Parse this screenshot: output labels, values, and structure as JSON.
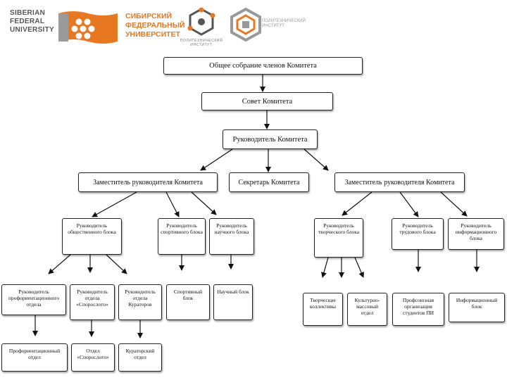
{
  "header": {
    "sfu_line1": "SIBERIAN",
    "sfu_line2": "FEDERAL",
    "sfu_line3": "UNIVERSITY",
    "ru_line1": "СИБИРСКИЙ",
    "ru_line2": "ФЕДЕРАЛЬНЫЙ",
    "ru_line3": "УНИВЕРСИТЕТ",
    "pi_line1": "ПОЛИТЕХНИЧЕСКИЙ",
    "pi_line2": "ИНСТИТУТ",
    "org_line1": "ПОЛИТЕХНИЧЕСКИЙ",
    "org_line2": "ИНСТИТУТ",
    "colors": {
      "sfu_gray": "#555555",
      "sfu_orange": "#e87722",
      "pi_gray": "#555555"
    }
  },
  "nodes": {
    "general_meeting": "Общее собрание членов Комитета",
    "council": "Совет Комитета",
    "head": "Руководитель Комитета",
    "deputy_left": "Заместитель руководителя Комитета",
    "secretary": "Секретарь Комитета",
    "deputy_right": "Заместитель руководителя Комитета",
    "social_block_head": "Руководитель общественного блока",
    "sport_block_head": "Руководитель спортивного блока",
    "science_block_head": "Руководитель научного блока",
    "creative_block_head": "Руководитель творческого блока",
    "labor_block_head": "Руководитель трудового блока",
    "info_block_head": "Руководитель информационного блока",
    "prof_dept_head": "Руководитель профориентационного отдела",
    "sporoseto_dept_head": "Руководитель отдела «Спорослото»",
    "curators_dept_head": "Руководитель отдела Кураторов",
    "sport_block": "Спортивный блок",
    "science_block": "Научный блок",
    "creative_groups": "Творческие коллективы",
    "cultural_dept": "Культурно-массовый отдел",
    "student_union": "Профсоюзная организация студентов ПИ",
    "info_block": "Информационный блок",
    "prof_dept": "Профориентационный отдел",
    "sporoseto_dept": "Отдел «Спорослото»",
    "curators_dept": "Кураторский отдел"
  }
}
